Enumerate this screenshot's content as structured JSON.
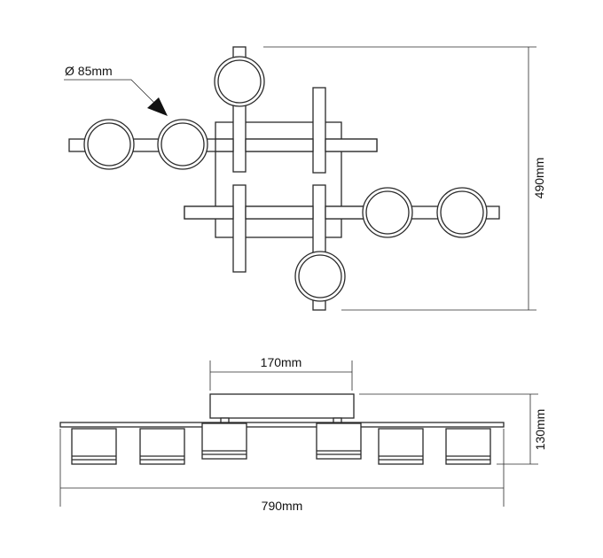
{
  "drawing": {
    "diameter_label": "Ø 85mm",
    "height_top_label": "490mm",
    "canopy_width_label": "170mm",
    "height_side_label": "130mm",
    "total_width_label": "790mm"
  }
}
